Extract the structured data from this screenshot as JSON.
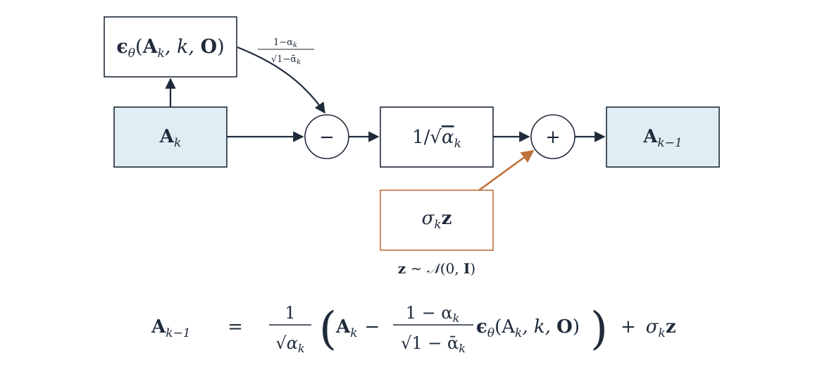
{
  "diagram": {
    "eps_box": {
      "eps": "ϵ",
      "theta": "θ",
      "args_open": "(",
      "A": "A",
      "sub_k": "k",
      "comma_k": ", k, ",
      "O": "O",
      "args_close": ")"
    },
    "edge_coeff": {
      "numerator": "1−α",
      "num_sub": "k",
      "den_sqrt": "√",
      "den_body": "1−ᾱ",
      "den_sub": "k"
    },
    "ak_box": {
      "A": "A",
      "sub": "k"
    },
    "minus_node": {
      "symbol": "−"
    },
    "scale_box": {
      "prefix": "1/",
      "sqrt": "√",
      "alpha": "α",
      "sub": "k"
    },
    "plus_node": {
      "symbol": "+"
    },
    "out_box": {
      "A": "A",
      "sub": "k−1"
    },
    "noise_box": {
      "sigma": "σ",
      "sub": "k",
      "z": "z"
    },
    "noise_dist": {
      "z": "z",
      "sim": " ∼ ",
      "N": "𝒩",
      "args_open": "(0, ",
      "I": "I",
      "args_close": ")"
    }
  },
  "equation": {
    "lhs_A": "A",
    "lhs_sub": "k−1",
    "equals": "=",
    "frac1_num": "1",
    "frac1_sqrt": "√",
    "frac1_alpha": "α",
    "frac1_sub": "k",
    "paren_open": "(",
    "A": "A",
    "A_sub": "k",
    "minus": "−",
    "frac2_num": "1 − α",
    "frac2_num_sub": "k",
    "frac2_sqrt": "√",
    "frac2_den": "1 − ᾱ",
    "frac2_den_sub": "k",
    "eps": "ϵ",
    "theta": "θ",
    "args": "(A",
    "args_sub": "k",
    "args_rest": ", k, ",
    "O": "O",
    "args_close": ")",
    "paren_close": ")",
    "plus": "+",
    "sigma": "σ",
    "sigma_sub": "k",
    "z": "z"
  },
  "colors": {
    "ink": "#1f2a3a",
    "state_fill": "#e0edf3",
    "noise": "#c0703a"
  }
}
